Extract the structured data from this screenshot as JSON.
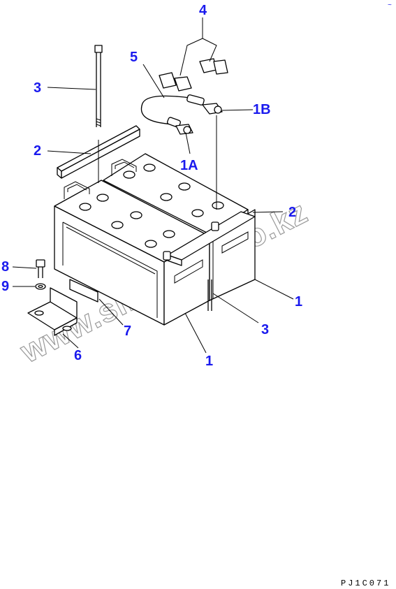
{
  "callouts": {
    "c4": "4",
    "c5": "5",
    "c3_top": "3",
    "c1b": "1B",
    "c1a": "1A",
    "c2_left": "2",
    "c2_right": "2",
    "c8": "8",
    "c9": "9",
    "c1_right": "1",
    "c3_bottom": "3",
    "c7": "7",
    "c1_bottom": "1",
    "c6": "6"
  },
  "watermark": "www.sinhron-too.kz",
  "drawing_code": "PJ1C071",
  "corner_mark": "~"
}
